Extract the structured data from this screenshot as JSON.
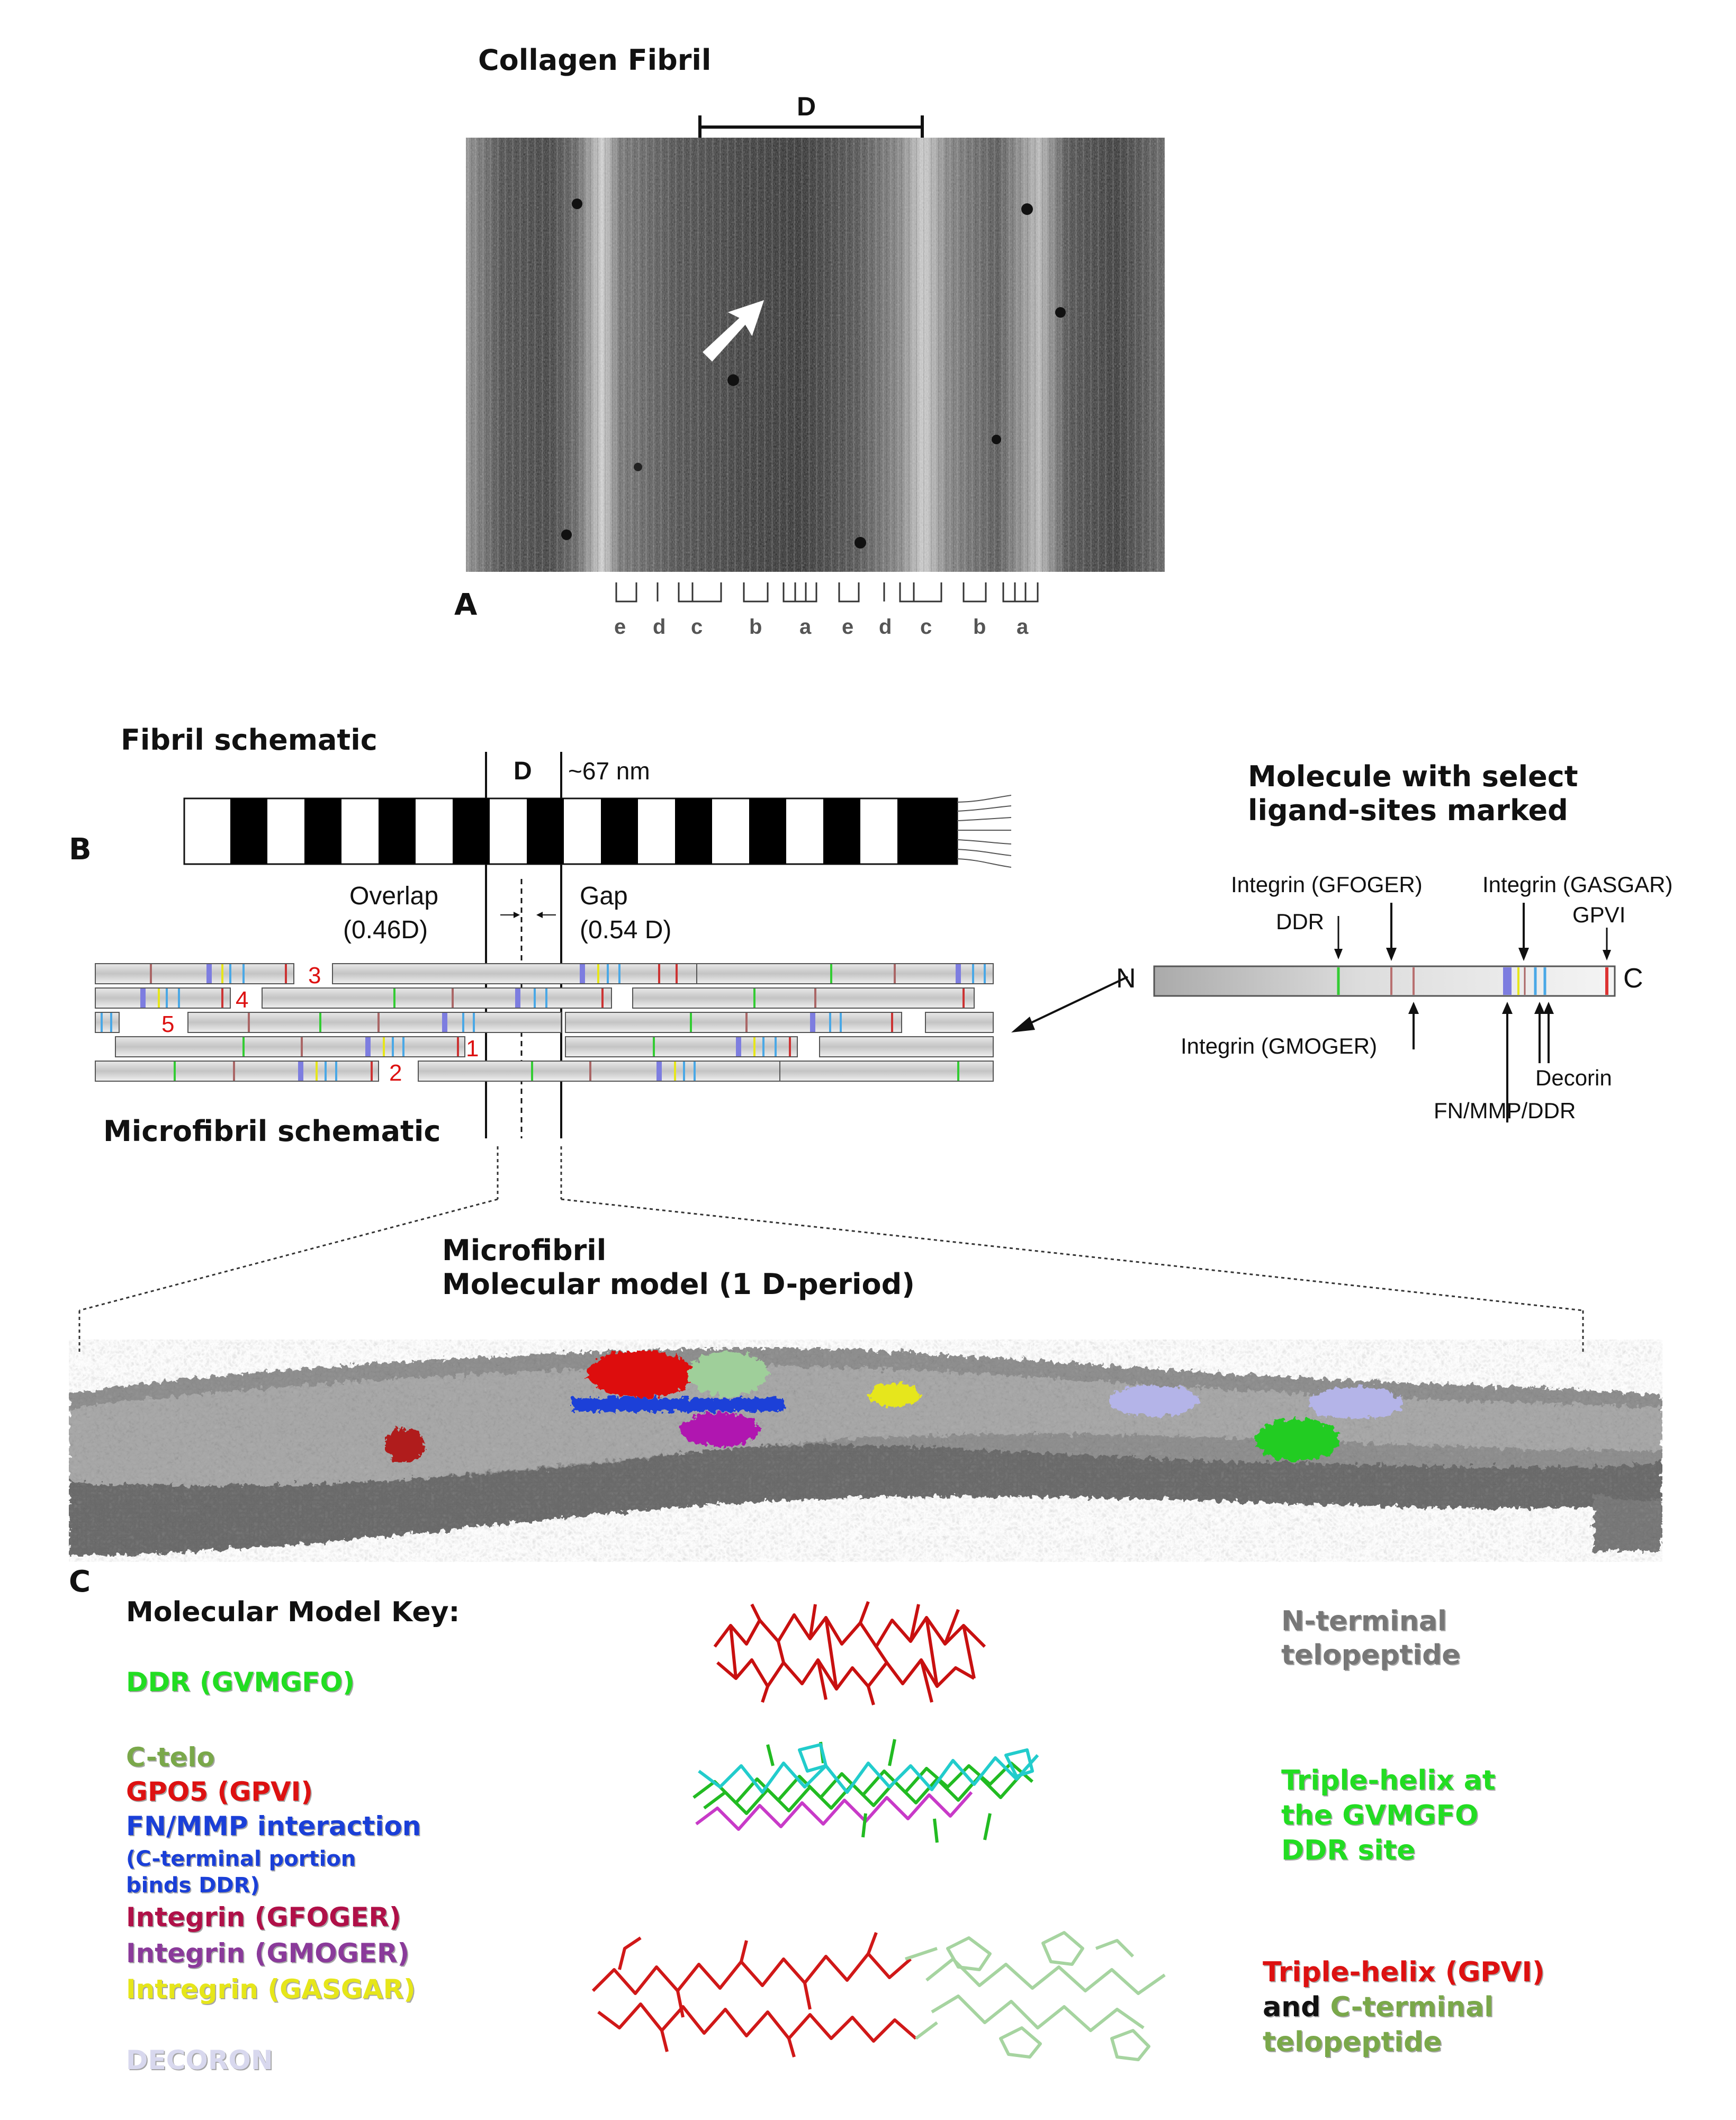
{
  "panel_a": {
    "title": "Collagen Fibril",
    "period_label": "D",
    "letter": "A",
    "band_labels": [
      "e",
      "d",
      "c",
      "b",
      "a",
      "e",
      "d",
      "c",
      "b",
      "a"
    ]
  },
  "panel_b": {
    "letter": "B",
    "fibril_title": "Fibril schematic",
    "period_label": "D",
    "period_size": "~67 nm",
    "overlap_label": "Overlap",
    "overlap_value": "(0.46D)",
    "gap_label": "Gap",
    "gap_value": "(0.54 D)",
    "microfibril_title": "Microfibril schematic",
    "strand_numbers": [
      "3",
      "4",
      "5",
      "1",
      "2"
    ],
    "molecule_title_line1": "Molecule with select",
    "molecule_title_line2": "ligand-sites marked",
    "molecule_n": "N",
    "molecule_c": "C",
    "site_labels": {
      "integrin_gfoger": "Integrin (GFOGER)",
      "integrin_gasgar": "Integrin (GASGAR)",
      "ddr": "DDR",
      "gpvi": "GPVI",
      "integrin_gmoger": "Integrin (GMOGER)",
      "decorin": "Decorin",
      "fn_mmp_ddr": "FN/MMP/DDR"
    }
  },
  "panel_c": {
    "letter": "C",
    "model_title_line1": "Microfibril",
    "model_title_line2": "Molecular model (1 D-period)",
    "key_title": "Molecular Model Key:",
    "key_items": {
      "ddr": "DDR (GVMGFO)",
      "ctelo": "C-telo",
      "gpo5": "GPO5 (GPVI)",
      "fnmmp": "FN/MMP interaction",
      "fnmmp_sub1": "(C-terminal portion",
      "fnmmp_sub2": "binds DDR)",
      "gfoger": "Integrin (GFOGER)",
      "gmoger": "Integrin (GMOGER)",
      "gasgar": "Intregrin (GASGAR)",
      "decoron": "DECORON"
    },
    "right_labels": {
      "nterm_1": "N-terminal",
      "nterm_2": "telopeptide",
      "triple_1": "Triple-helix at",
      "triple_2": "the GVMGFO",
      "triple_3": "DDR site",
      "gpvi_1a": "Triple-helix (GPVI)",
      "gpvi_2a": "and",
      "gpvi_2b": "C-terminal",
      "gpvi_3": "telopeptide"
    },
    "colors": {
      "ddr": "#22dd22",
      "ctelo": "#7aa84a",
      "gpo5": "#dd1111",
      "fnmmp": "#1a3fd8",
      "gfoger": "#b01048",
      "gmoger": "#8a3a9a",
      "gasgar": "#e6e61a",
      "decoron": "#d8d8ee",
      "nterm": "#777777"
    }
  }
}
